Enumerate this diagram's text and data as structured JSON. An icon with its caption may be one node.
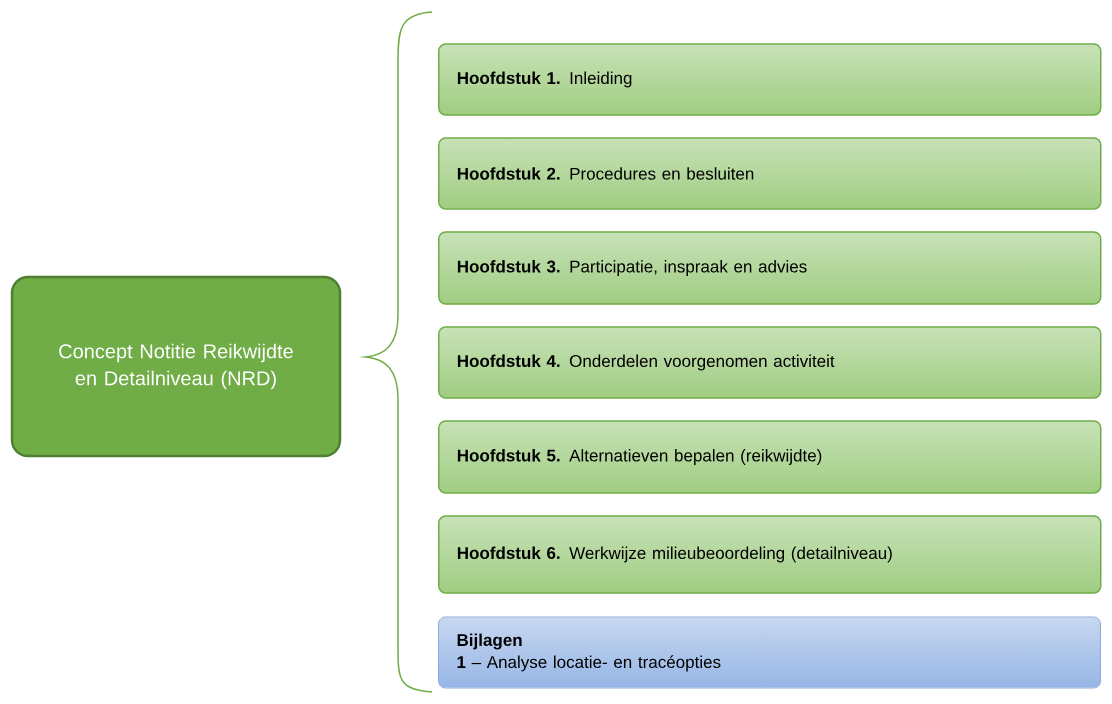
{
  "diagram": {
    "nodes": [
      {
        "text": [
          "Concept Notitie Reikwijdte en Detailniveau (NRD)"
        ]
      },
      {
        "text": [
          "**Hoofdstuk 1.** Inleiding"
        ]
      },
      {
        "text": [
          "**Hoofdstuk 2.** Procedures en besluiten"
        ]
      },
      {
        "text": [
          "**Hoofdstuk 3.** Participatie, inspraak en advies"
        ]
      },
      {
        "text": [
          "**Hoofdstuk 4.** Onderdelen voorgenomen activiteit"
        ]
      },
      {
        "text": [
          "**Hoofdstuk 5.** Alternatieven bepalen (reikwijdte)"
        ]
      },
      {
        "text": [
          "**Hoofdstuk 6.** Werkwijze milieubeoordeling (detailniveau)"
        ]
      },
      {
        "text": [
          "Bijlagen",
          "**1** – Analyse locatie- en tracéopties"
        ]
      }
    ]
  }
}
